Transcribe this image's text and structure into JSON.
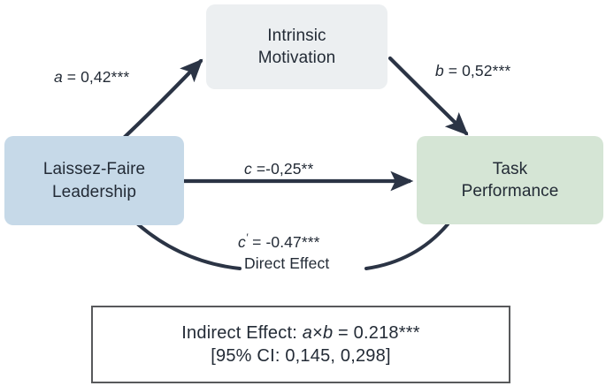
{
  "diagram": {
    "title": "Mediation model: Laissez-Faire Leadership, Intrinsic Motivation, Task Performance",
    "type": "path-diagram",
    "colors": {
      "predictor_fill": "#c6d9e8",
      "mediator_fill": "#eceff1",
      "outcome_fill": "#d5e5d5",
      "arrow": "#2b3445",
      "text": "#232b36",
      "result_border": "#58595b",
      "background": "#ffffff"
    },
    "nodes": {
      "mediator": {
        "line1": "Intrinsic",
        "line2": "Motivation"
      },
      "predictor": {
        "line1": "Laissez-Faire",
        "line2": "Leadership"
      },
      "outcome": {
        "line1": "Task",
        "line2": "Performance"
      }
    },
    "paths": {
      "a": {
        "symbol": "a",
        "text": " = 0,42***",
        "from": "predictor",
        "to": "mediator",
        "coefficient": 0.42,
        "significance": "***"
      },
      "b": {
        "symbol": "b",
        "text": " = 0,52***",
        "from": "mediator",
        "to": "outcome",
        "coefficient": 0.52,
        "significance": "***"
      },
      "c": {
        "symbol": "c",
        "text": " =-0,25**",
        "from": "predictor",
        "to": "outcome",
        "coefficient": -0.25,
        "significance": "**"
      },
      "c_prime": {
        "symbol": "c",
        "prime": "′",
        "text": " = -0.47***",
        "caption": "Direct Effect",
        "from": "predictor",
        "to": "outcome",
        "coefficient": -0.47,
        "significance": "***"
      }
    },
    "result": {
      "line1_prefix": "Indirect Effect: ",
      "line1_sym_a": "a",
      "line1_times": "×",
      "line1_sym_b": "b",
      "line1_suffix": " = 0.218***",
      "line2": "[95% CI: 0,145, 0,298]",
      "indirect_effect": 0.218,
      "ci_lower": 0.145,
      "ci_upper": 0.298,
      "ci_level": "95%",
      "significance": "***"
    }
  }
}
